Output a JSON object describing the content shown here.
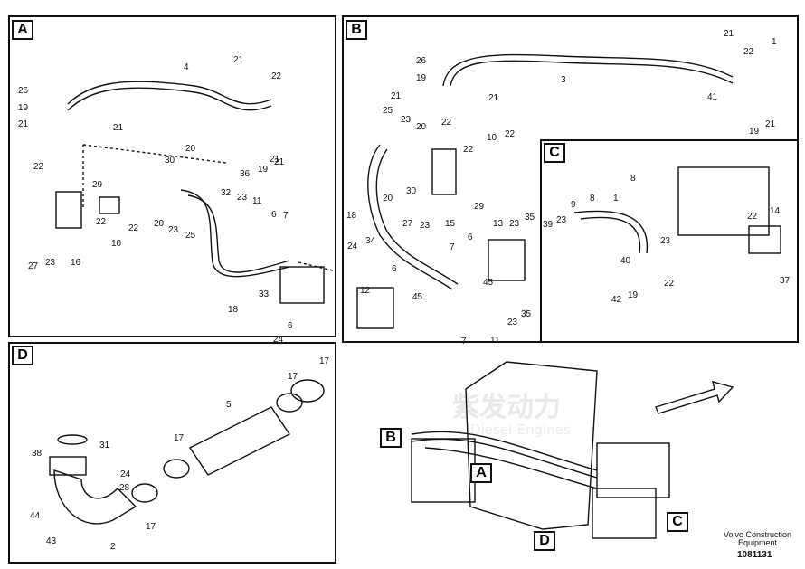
{
  "panels": [
    {
      "id": "A"
    },
    {
      "id": "B"
    },
    {
      "id": "C"
    },
    {
      "id": "D"
    }
  ],
  "overview_callouts": [
    "B",
    "A",
    "D",
    "C"
  ],
  "footer": {
    "brand_line1": "Volvo Construction",
    "brand_line2": "Equipment",
    "doc_number": "1081131"
  },
  "watermark": {
    "text": "紫发动力",
    "sub": "Diesel-Engines"
  },
  "part_labels": {
    "A": [
      "4",
      "21",
      "22",
      "26",
      "19",
      "21",
      "21",
      "22",
      "20",
      "36",
      "19",
      "21",
      "30",
      "29",
      "22",
      "10",
      "22",
      "20",
      "23",
      "25",
      "32",
      "23",
      "11",
      "6",
      "7",
      "27",
      "23",
      "16",
      "18",
      "33",
      "6",
      "24",
      "21"
    ],
    "B": [
      "3",
      "21",
      "22",
      "1",
      "26",
      "19",
      "21",
      "21",
      "41",
      "19",
      "21",
      "25",
      "23",
      "20",
      "22",
      "10",
      "22",
      "20",
      "30",
      "22",
      "29",
      "18",
      "27",
      "23",
      "15",
      "13",
      "23",
      "35",
      "24",
      "34",
      "7",
      "6",
      "6",
      "12",
      "45",
      "45",
      "23",
      "35",
      "7",
      "11"
    ],
    "C": [
      "39",
      "23",
      "9",
      "8",
      "1",
      "8",
      "40",
      "23",
      "42",
      "19",
      "22",
      "22",
      "14",
      "37"
    ],
    "D": [
      "17",
      "17",
      "5",
      "31",
      "17",
      "38",
      "24",
      "28",
      "44",
      "43",
      "2",
      "17"
    ]
  }
}
